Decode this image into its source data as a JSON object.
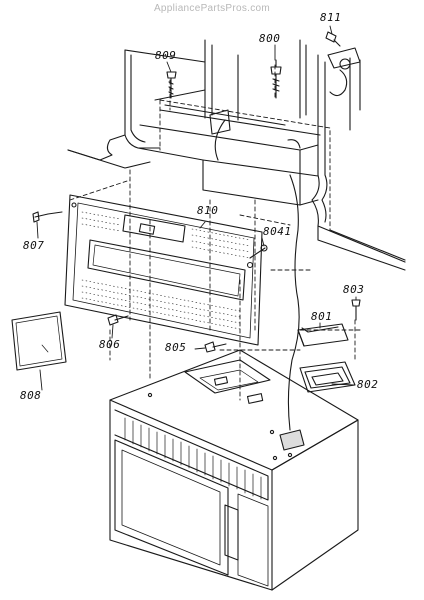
{
  "watermark": "AppliancePartsPros.com",
  "callouts": {
    "c811": "811",
    "c809": "809",
    "c800": "800",
    "c807": "807",
    "c810": "810",
    "c8041": "8041",
    "c803": "803",
    "c801": "801",
    "c806": "806",
    "c805": "805",
    "c802": "802",
    "c808": "808"
  },
  "colors": {
    "ink": "#1a1a1a",
    "watermark": "#b8b8b8",
    "background": "#ffffff"
  }
}
